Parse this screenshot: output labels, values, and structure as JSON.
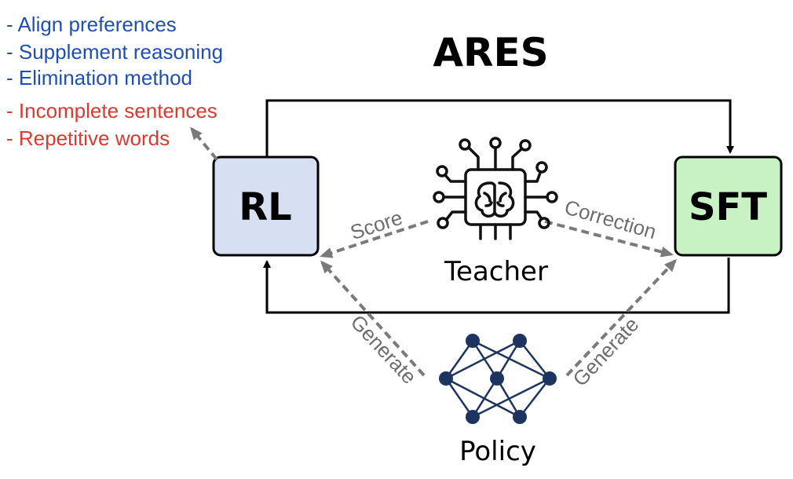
{
  "title": "ARES",
  "notes": {
    "blue": [
      "- Align preferences",
      "- Supplement reasoning",
      "- Elimination method"
    ],
    "red": [
      "- Incomplete sentences",
      "- Repetitive words"
    ]
  },
  "nodes": {
    "rl": "RL",
    "sft": "SFT",
    "teacher": "Teacher",
    "policy": "Policy"
  },
  "edges": {
    "score": "Score",
    "correction": "Correction",
    "generate_left": "Generate",
    "generate_right": "Generate"
  },
  "colors": {
    "blue_text": "#1f4fb4",
    "red_text": "#d93a32",
    "rl_fill": "#d6e0f2",
    "sft_fill": "#c8f2c4",
    "dashed_arrow": "#7a7a7a",
    "network": "#1d3460",
    "line": "#000000"
  },
  "icons": [
    "brain-chip-icon",
    "neural-network-icon"
  ]
}
